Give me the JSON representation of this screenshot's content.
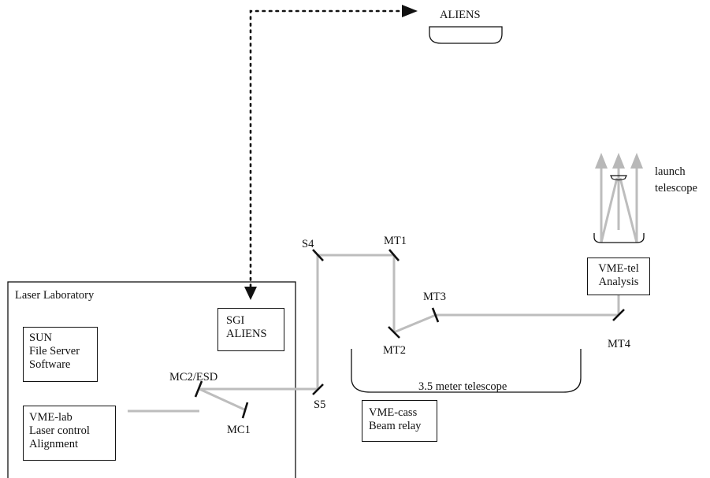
{
  "aliens": {
    "label": "ALIENS"
  },
  "laser_lab": {
    "title": "Laser Laboratory"
  },
  "boxes": {
    "sun": [
      "SUN",
      "File Server",
      "Software"
    ],
    "sgi": [
      "SGI",
      "ALIENS"
    ],
    "vme_lab": [
      "VME-lab",
      "Laser control",
      "Alignment"
    ],
    "vme_cass": [
      "VME-cass",
      "Beam relay"
    ],
    "vme_tel": [
      "VME-tel",
      "Analysis"
    ]
  },
  "mirrors": {
    "mc2_esd": "MC2/ESD",
    "mc1": "MC1",
    "s4": "S4",
    "s5": "S5",
    "mt1": "MT1",
    "mt2": "MT2",
    "mt3": "MT3",
    "mt4": "MT4"
  },
  "telescope": {
    "label": "3.5 meter telescope"
  },
  "launch_telescope": {
    "line1": "launch",
    "line2": "telescope"
  },
  "colors": {
    "beam": "#bdbdbd",
    "ink": "#111111",
    "arrow": "#b8b8b8"
  }
}
